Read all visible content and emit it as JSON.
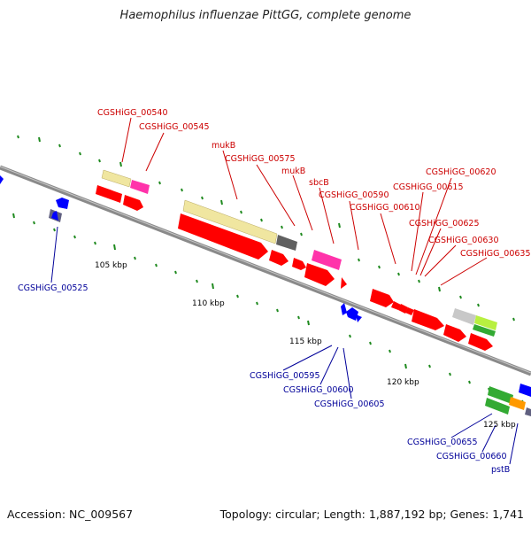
{
  "title": "Haemophilus influenzae PittGG, complete genome",
  "accession_text": "Accession: NC_009567",
  "summary_text": "Topology: circular; Length: 1,887,192 bp; Genes: 1,741",
  "colors": {
    "backbone": "#8a8a8a",
    "tick": "#1f8a1f",
    "red_gene": "#ff0000",
    "blue_gene": "#0000ff",
    "tan_gene": "#f0e6a0",
    "magenta_gene": "#ff33aa",
    "grey_gene": "#606060",
    "light_grey_gene": "#c8c8c8",
    "green_gene": "#33aa33",
    "lime_gene": "#b8f040",
    "orange_gene": "#ff9900",
    "red_label": "#cc0000",
    "blue_label": "#000099"
  },
  "scale_labels": [
    "105 kbp",
    "110 kbp",
    "115 kbp",
    "120 kbp",
    "125 kbp"
  ],
  "gene_labels_top": [
    "CGSHiGG_00540",
    "CGSHiGG_00545",
    "mukB",
    "CGSHiGG_00575",
    "mukB",
    "sbcB",
    "CGSHiGG_00590",
    "CGSHiGG_00610",
    "CGSHiGG_00615",
    "CGSHiGG_00620",
    "CGSHiGG_00625",
    "CGSHiGG_00630",
    "CGSHiGG_00635"
  ],
  "gene_labels_bottom": [
    "CGSHiGG_00525",
    "CGSHiGG_00595",
    "CGSHiGG_00600",
    "CGSHiGG_00605",
    "CGSHiGG_00655",
    "CGSHiGG_00660",
    "pstB"
  ]
}
